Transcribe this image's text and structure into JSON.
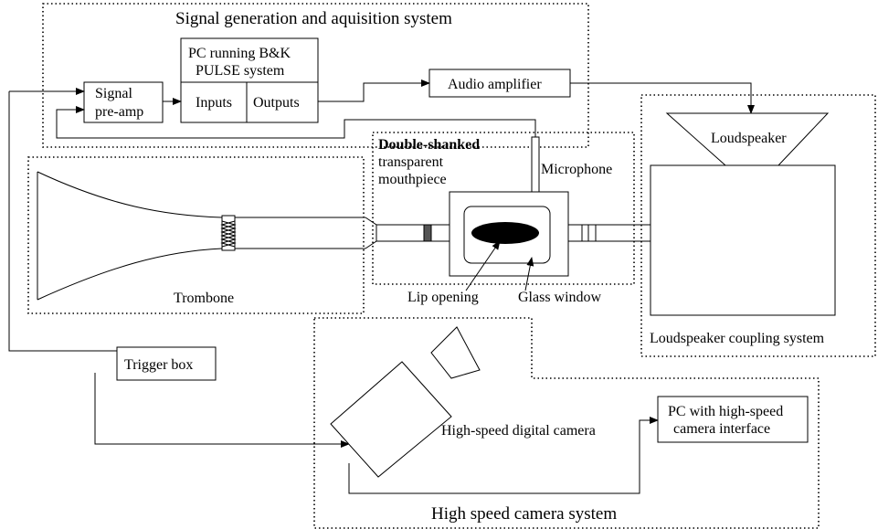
{
  "systems": {
    "signal_generation": "Signal generation and aquisition system",
    "trombone": "Trombone",
    "loudspeaker_coupling": "Loudspeaker coupling system",
    "high_speed_camera": "High speed camera system"
  },
  "boxes": {
    "signal_preamp": [
      "Signal",
      "pre-amp"
    ],
    "pc_pulse": [
      "PC running B&K",
      "PULSE system"
    ],
    "inputs": "Inputs",
    "outputs": "Outputs",
    "audio_amplifier": "Audio amplifier",
    "trigger_box": "Trigger box",
    "pc_camera": [
      "PC with high-speed",
      "camera interface"
    ]
  },
  "components": {
    "mouthpiece": [
      "Double-shanked",
      "transparent",
      "mouthpiece"
    ],
    "microphone": "Microphone",
    "loudspeaker": "Loudspeaker",
    "lip_opening": "Lip opening",
    "glass_window": "Glass window",
    "camera": "High-speed digital camera"
  }
}
